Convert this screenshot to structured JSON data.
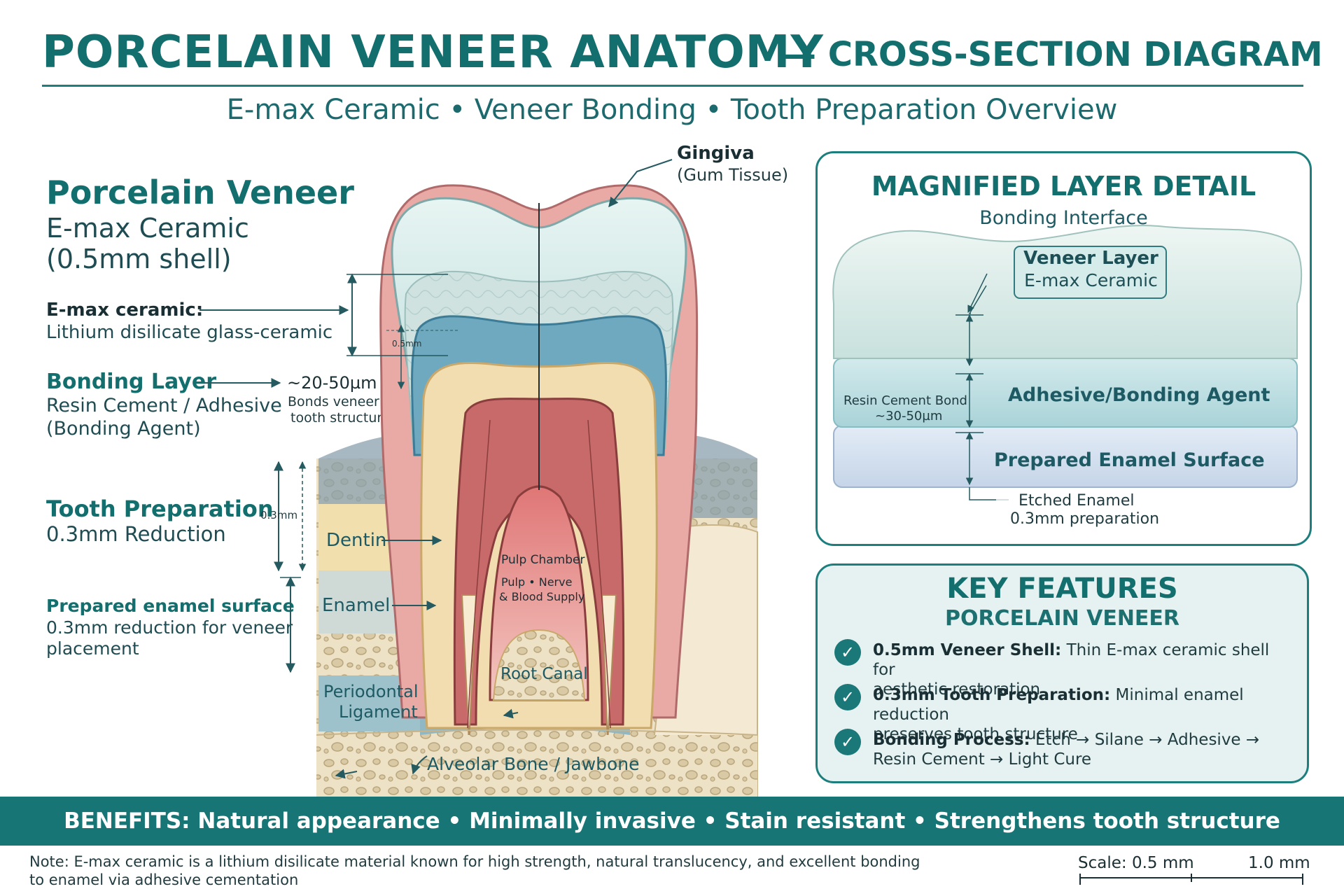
{
  "title": {
    "main": "PORCELAIN VENEER ANATOMY",
    "sub": "— CROSS-SECTION DIAGRAM"
  },
  "subtitle": "E-max Ceramic • Veneer Bonding • Tooth Preparation Overview",
  "left_labels": {
    "veneer": {
      "title": "Porcelain Veneer",
      "line1": "E-max Ceramic",
      "line2": "(0.5mm shell)"
    },
    "emax": {
      "title": "E-max ceramic:",
      "desc": "Lithium disilicate glass-ceramic"
    },
    "bonding": {
      "title": "Bonding Layer",
      "line1": "Resin Cement / Adhesive",
      "line2": "(Bonding Agent)",
      "thickness": "~20-50µm",
      "note1": "Bonds veneer to",
      "note2": "tooth structure"
    },
    "prep": {
      "title": "Tooth Preparation",
      "desc": "0.3mm Reduction"
    },
    "enamel_surface": {
      "title": "Prepared enamel surface",
      "line1": "0.3mm reduction for veneer",
      "line2": "placement"
    }
  },
  "diagram": {
    "gingiva": "Gingiva",
    "gingiva_sub": "(Gum Tissue)",
    "dim_05": "0.5mm",
    "dim_03": "0.3mm",
    "dentin": "Dentin",
    "enamel": "Enamel",
    "pulp_chamber": "Pulp Chamber",
    "pulp_nerve_1": "Pulp • Nerve",
    "pulp_nerve_2": "& Blood Supply",
    "root_canal": "Root Canal",
    "pdl_1": "Periodontal",
    "pdl_2": "Ligament",
    "bone": "Alveolar Bone / Jawbone"
  },
  "magnified": {
    "title": "MAGNIFIED LAYER DETAIL",
    "subtitle": "Bonding Interface",
    "veneer_tag_1": "Veneer Layer",
    "veneer_tag_2": "E-max Ceramic",
    "adhesive": "Adhesive/Bonding Agent",
    "resin_1": "Resin Cement Bond",
    "resin_2": "~30-50µm",
    "enamel_surface": "Prepared Enamel Surface",
    "etched_1": "Etched Enamel",
    "etched_2": "0.3mm preparation"
  },
  "features": {
    "title": "KEY FEATURES",
    "subtitle": "PORCELAIN VENEER",
    "items": [
      {
        "bold": "0.5mm Veneer Shell:",
        "text1": " Thin E-max ceramic shell for",
        "text2": "aesthetic restoration"
      },
      {
        "bold": "0.3mm Tooth Preparation:",
        "text1": " Minimal enamel reduction",
        "text2": "preserves tooth structure"
      },
      {
        "bold": "Bonding Process:",
        "text1": " Etch → Silane → Adhesive →",
        "text2": "Resin Cement → Light Cure"
      }
    ]
  },
  "benefits": "BENEFITS: Natural appearance  •  Minimally invasive  •  Stain resistant  •  Strengthens tooth structure",
  "note": "Note: E-max ceramic is a lithium disilicate material known for high strength, natural translucency, and excellent bonding to enamel via adhesive cementation",
  "scale": {
    "label": "Scale: 0.5 mm",
    "end": "1.0 mm"
  },
  "colors": {
    "teal": "#136e6e",
    "enamel": "#cfe8e6",
    "dentin": "#f1ddb0",
    "pulp": "#e38c8c",
    "gingiva": "#e8a8a4",
    "bone": "#efe3c8",
    "ligament": "#9dc2cc"
  }
}
